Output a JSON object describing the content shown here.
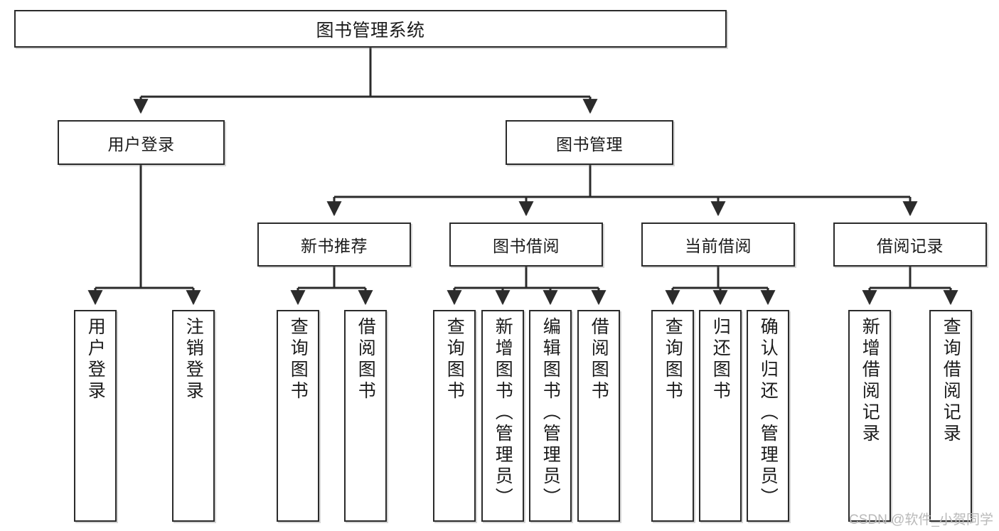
{
  "diagram": {
    "title": "图书管理系统",
    "watermark": "CSDN @软件_小贺同学",
    "line_color": "#2b2b2b",
    "box_fill": "#ffffff",
    "text_color": "#1b1b1b",
    "root": {
      "label": "图书管理系统"
    },
    "level1": [
      {
        "label": "用户登录"
      },
      {
        "label": "图书管理"
      }
    ],
    "level2": [
      {
        "label": "新书推荐"
      },
      {
        "label": "图书借阅"
      },
      {
        "label": "当前借阅"
      },
      {
        "label": "借阅记录"
      }
    ],
    "leaves": {
      "user_login": [
        {
          "label": "用户登录"
        },
        {
          "label": "注销登录"
        }
      ],
      "new_book_recommend": [
        {
          "label": "查询图书"
        },
        {
          "label": "借阅图书"
        }
      ],
      "book_borrow": [
        {
          "label": "查询图书"
        },
        {
          "label": "新增图书（管理员）"
        },
        {
          "label": "编辑图书（管理员）"
        },
        {
          "label": "借阅图书"
        }
      ],
      "current_borrow": [
        {
          "label": "查询图书"
        },
        {
          "label": "归还图书"
        },
        {
          "label": "确认归还（管理员）"
        }
      ],
      "borrow_record": [
        {
          "label": "新增借阅记录"
        },
        {
          "label": "查询借阅记录"
        }
      ]
    }
  }
}
